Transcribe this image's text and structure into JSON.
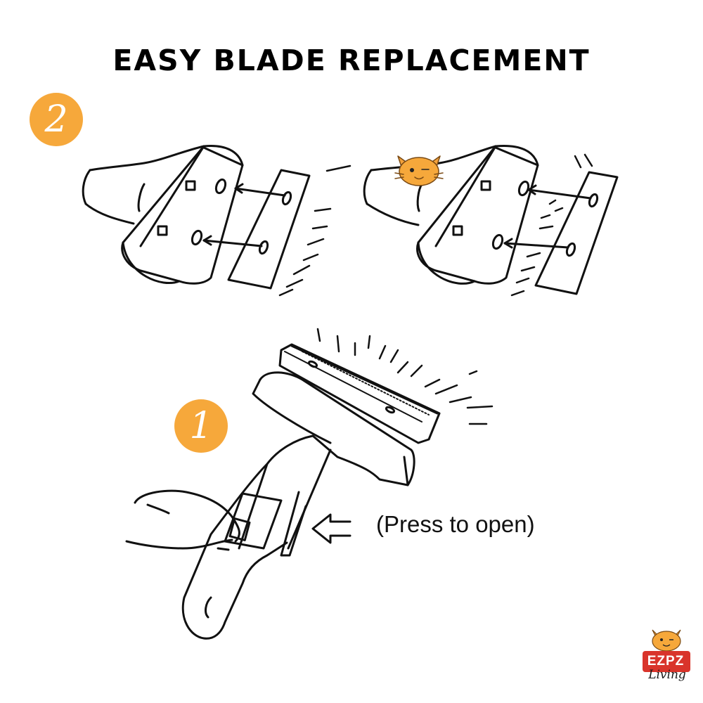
{
  "title": "EASY BLADE REPLACEMENT",
  "steps": [
    {
      "number": "2"
    },
    {
      "number": "1"
    }
  ],
  "caption": "(Press to open)",
  "logo": {
    "brand": "EZPZ",
    "sub": "Living"
  },
  "colors": {
    "accent": "#f6a83b",
    "ink": "#111111",
    "logo_red": "#d9342b"
  },
  "icons": [
    "cat-mascot-icon",
    "arrow-left-icon"
  ]
}
